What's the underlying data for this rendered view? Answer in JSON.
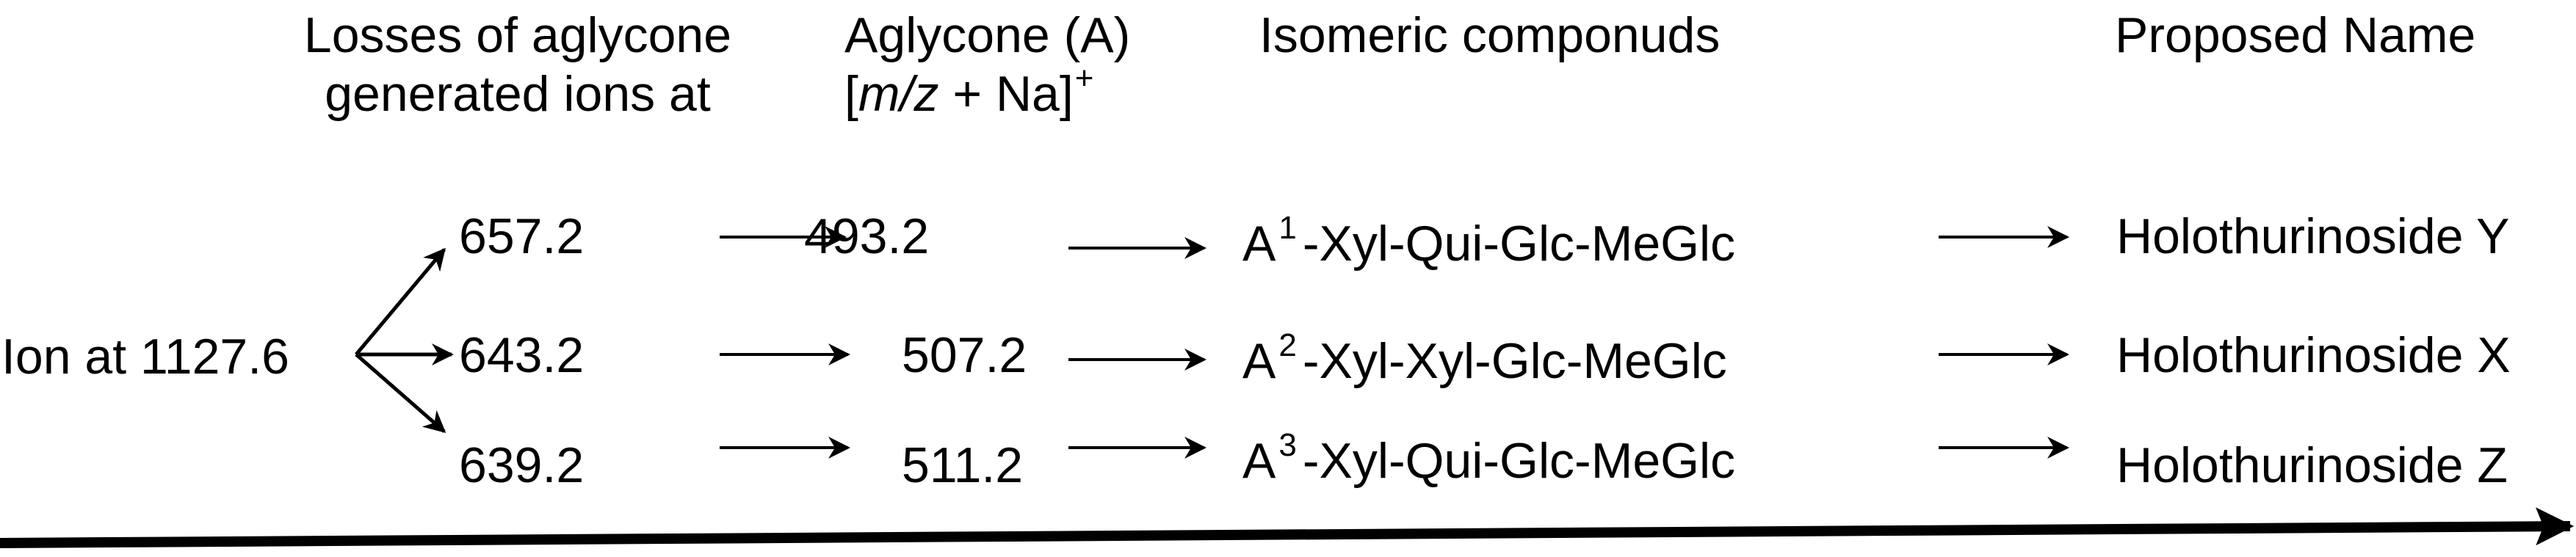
{
  "headers": {
    "losses_line1": "Losses of aglycone",
    "losses_line2": "generated ions at",
    "aglycone_line1": "Aglycone (A)",
    "aglycone_line2_open": "[",
    "aglycone_line2_mz": "m/z",
    "aglycone_line2_mid": " + Na]",
    "aglycone_line2_sup": "+",
    "isomeric": "Isomeric componuds",
    "proposed": "Proposed Name"
  },
  "source": {
    "label": "Ion at 1127.6"
  },
  "rows": [
    {
      "loss_ion": "657.2",
      "aglycone_ion": "493.2",
      "aglycone_letter": "A",
      "aglycone_index": "1",
      "sugar_chain": "-Xyl-Qui-Glc-MeGlc",
      "name": "Holothurinoside Y"
    },
    {
      "loss_ion": "643.2",
      "aglycone_ion": "507.2",
      "aglycone_letter": "A",
      "aglycone_index": "2",
      "sugar_chain": "-Xyl-Xyl-Glc-MeGlc",
      "name": "Holothurinoside X"
    },
    {
      "loss_ion": "639.2",
      "aglycone_ion": "511.2",
      "aglycone_letter": "A",
      "aglycone_index": "3",
      "sugar_chain": "-Xyl-Qui-Glc-MeGlc",
      "name": "Holothurinoside Z"
    }
  ]
}
